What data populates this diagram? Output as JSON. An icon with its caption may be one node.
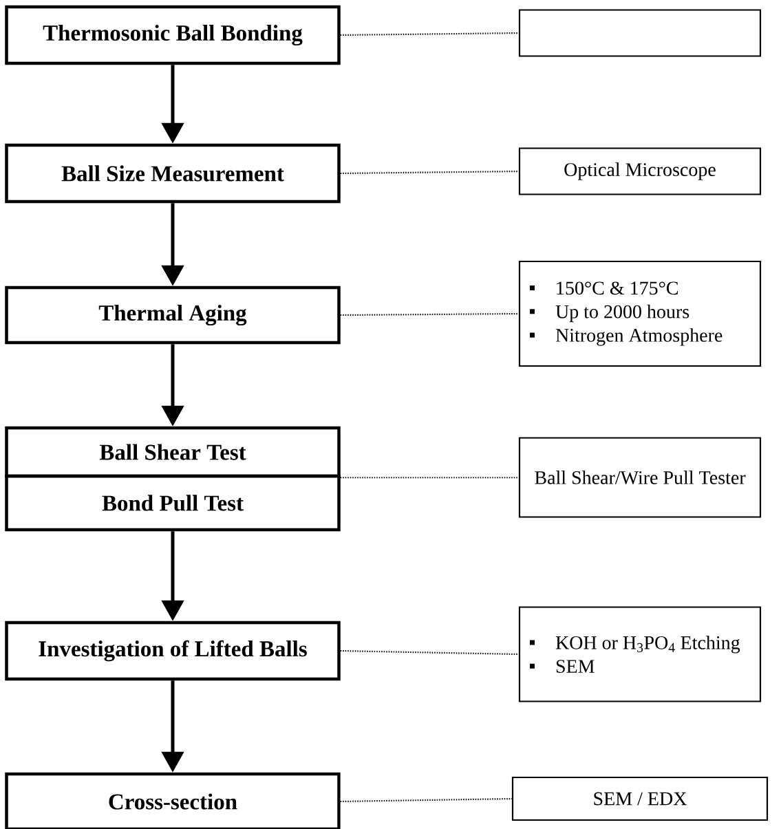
{
  "diagram": {
    "nodes": [
      {
        "text": [
          "Thermosonic Ball Bonding"
        ]
      },
      {
        "text": [],
        "shape": "box"
      },
      {
        "text": [
          "Ball Size Measurement"
        ]
      },
      {
        "text": [
          "Optical Microscope"
        ]
      },
      {
        "text": [
          "Thermal Aging"
        ]
      },
      {
        "text": [
          "150°C & 175°C",
          "Up to 2000 hours",
          "Nitrogen Atmosphere"
        ]
      },
      {
        "text": [
          "Ball Shear Test"
        ]
      },
      {
        "text": [
          "Bond Pull Test"
        ]
      },
      {
        "text": [
          "Ball Shear/Wire Pull Tester"
        ]
      },
      {
        "text": [
          "Investigation of Lifted Balls"
        ]
      },
      {
        "text": [
          "KOH or H$_{3}$PO$_{4}$ Etching",
          "SEM"
        ]
      },
      {
        "text": [
          "Cross-section"
        ]
      },
      {
        "text": [
          "SEM / EDX"
        ]
      }
    ],
    "edges": [
      {
        "from": 0,
        "to": 2,
        "arrow": "to",
        "style": "thick"
      },
      {
        "from": 2,
        "to": 4,
        "arrow": "to",
        "style": "thick"
      },
      {
        "from": 4,
        "to": 6,
        "arrow": "to",
        "style": "thick"
      },
      {
        "from": 7,
        "to": 9,
        "arrow": "to",
        "style": "thick"
      },
      {
        "from": 9,
        "to": 11,
        "arrow": "to",
        "style": "thick"
      },
      {
        "from": 0,
        "to": 1,
        "arrow": "none",
        "style": "dashed"
      },
      {
        "from": 2,
        "to": 3,
        "arrow": "none",
        "style": "dashed"
      },
      {
        "from": 4,
        "to": 5,
        "arrow": "none",
        "style": "dashed"
      },
      {
        "from": 6,
        "to": 8,
        "arrow": "none",
        "style": "dashed"
      },
      {
        "from": 9,
        "to": 10,
        "arrow": "none",
        "style": "dashed"
      },
      {
        "from": 11,
        "to": 12,
        "arrow": "none",
        "style": "dashed"
      }
    ]
  }
}
